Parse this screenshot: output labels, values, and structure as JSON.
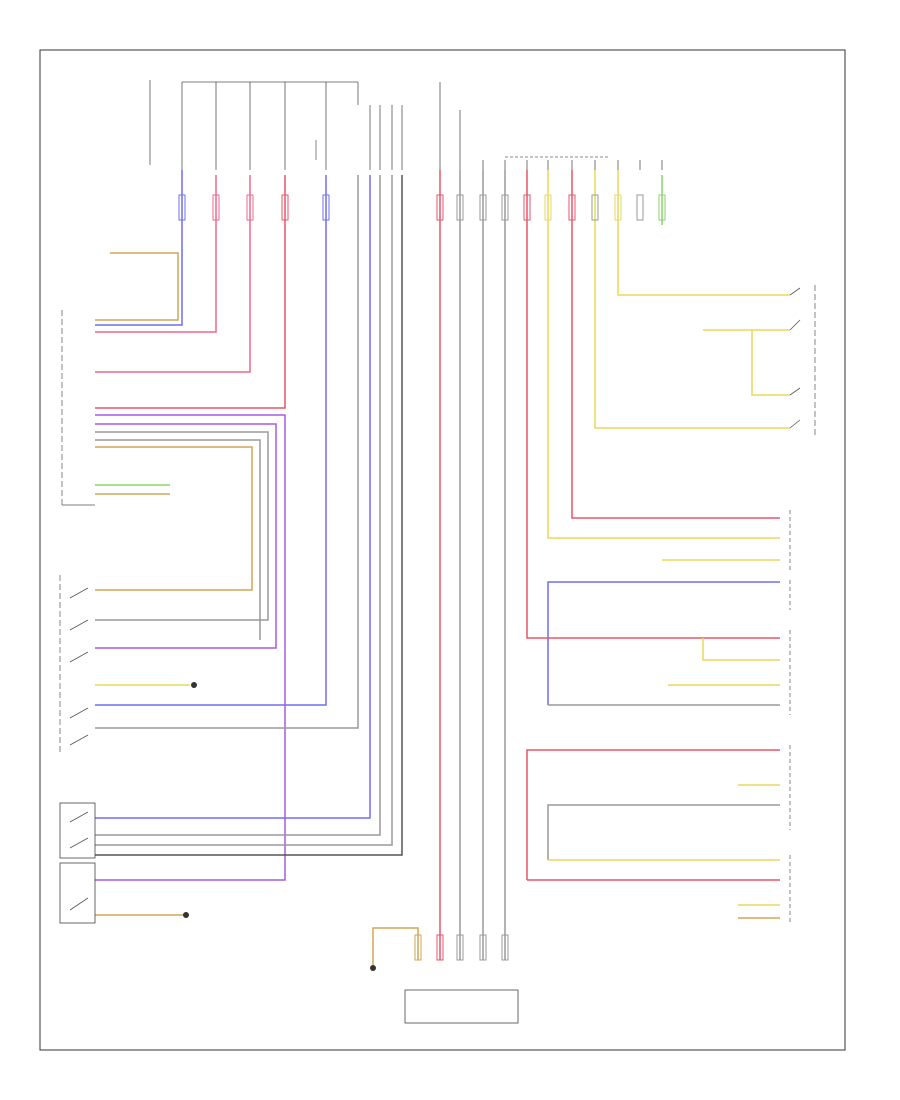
{
  "diagram": {
    "page_label": "",
    "footer_label": "",
    "colors": {
      "red": "#e8556a",
      "pink": "#ee6a8c",
      "blue": "#6f6ff0",
      "purple": "#a45ce0",
      "yellow": "#e8d95a",
      "tan": "#d2a656",
      "green": "#8ad36a",
      "gray": "#9a9a9a",
      "dark": "#333333"
    },
    "components": [
      {
        "id": "hot-at-all-times-left"
      },
      {
        "id": "hot-in-run"
      },
      {
        "id": "fuse-block-notes"
      },
      {
        "id": "junction-box-electrical"
      },
      {
        "id": "control-module-left"
      },
      {
        "id": "driver-door-switch"
      },
      {
        "id": "passenger-door-switch"
      },
      {
        "id": "rear-window-switch"
      },
      {
        "id": "central-locking-module"
      },
      {
        "id": "trunk-lid-switch"
      },
      {
        "id": "door-lock-actuator-driver"
      },
      {
        "id": "door-lock-actuator-passenger"
      },
      {
        "id": "door-lock-actuator-lr"
      },
      {
        "id": "door-lock-actuator-rr"
      },
      {
        "id": "fuel-door-actuator"
      },
      {
        "id": "ground-point-bottom"
      },
      {
        "id": "ground-point-left"
      }
    ]
  }
}
